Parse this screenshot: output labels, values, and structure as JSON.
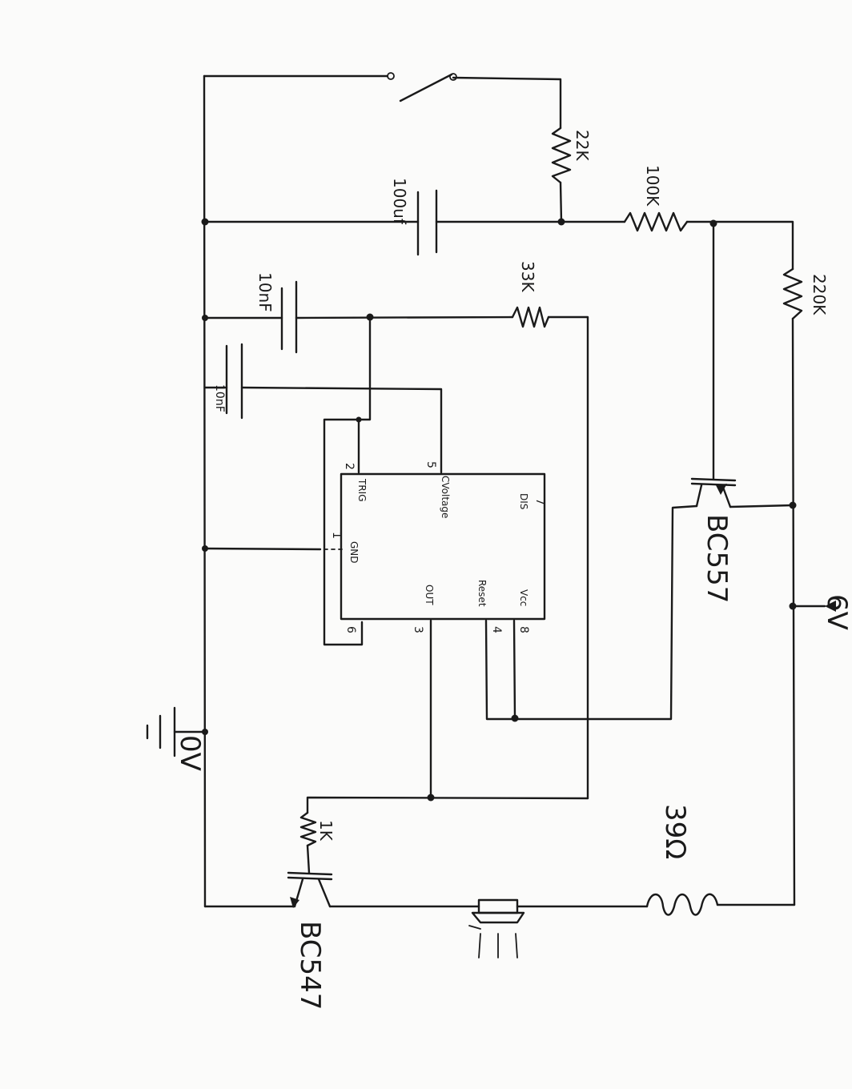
{
  "components": {
    "r_22k": "22K",
    "c_100uf": "100uf",
    "r_100k": "100K",
    "r_220k": "220K",
    "r_33k": "33K",
    "c_10nf_a": "10nF",
    "c_10nf_b": "10nF",
    "q_bc557": "BC557",
    "q_bc547": "BC547",
    "r_1k": "1K",
    "r_39ohm": "39Ω",
    "ground_label": "0V",
    "supply_label": "6V"
  },
  "ic": {
    "pins": {
      "trig": {
        "num": "2",
        "name": "TRIG"
      },
      "cv": {
        "num": "5",
        "name": "CVoltage"
      },
      "dis": {
        "num": "7",
        "name": "DIS"
      },
      "gnd": {
        "num": "1",
        "name": "GND"
      },
      "thr": {
        "num": "6"
      },
      "out": {
        "num": "3",
        "name": "OUT"
      },
      "reset": {
        "num": "4",
        "name": "Reset"
      },
      "vcc": {
        "num": "8",
        "name": "Vcc"
      }
    }
  }
}
